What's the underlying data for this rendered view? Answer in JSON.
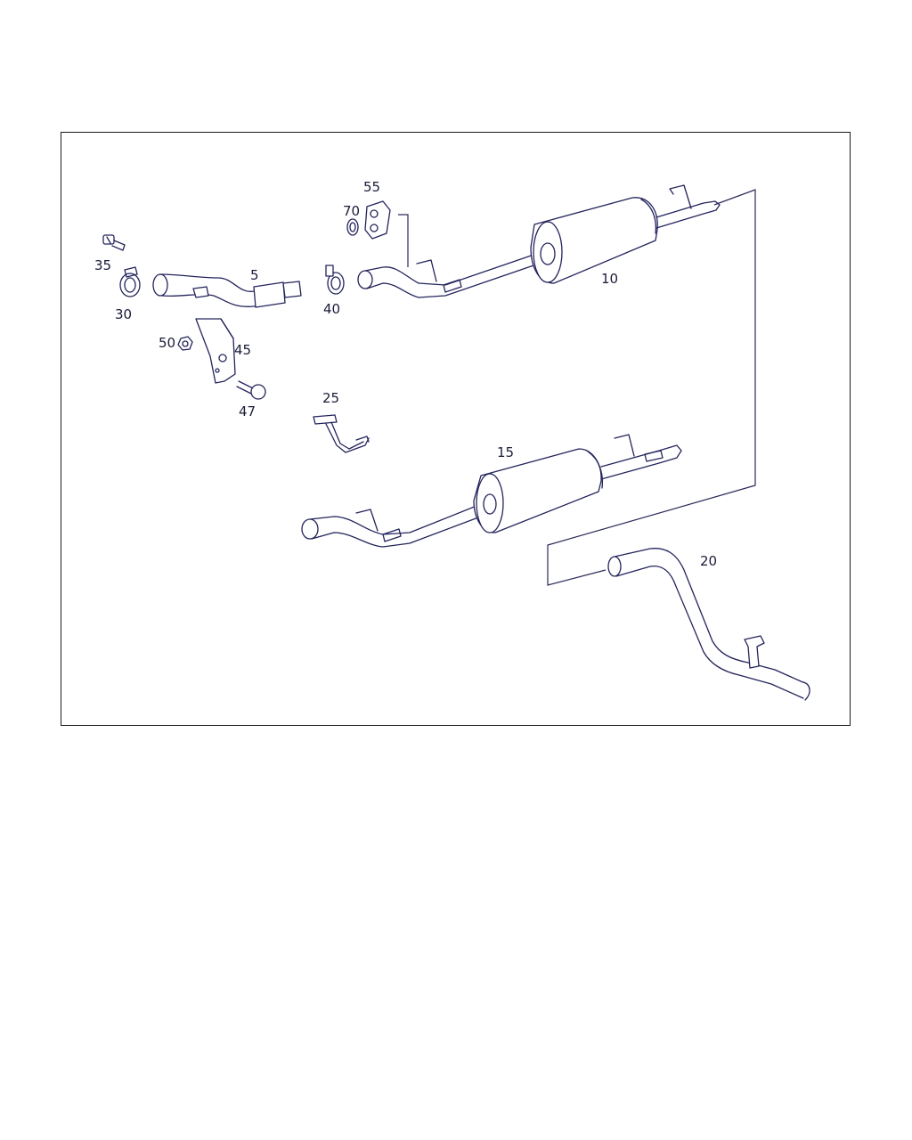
{
  "diagram": {
    "callouts": [
      {
        "id": "c5",
        "label": "5"
      },
      {
        "id": "c10",
        "label": "10"
      },
      {
        "id": "c15",
        "label": "15"
      },
      {
        "id": "c20",
        "label": "20"
      },
      {
        "id": "c25",
        "label": "25"
      },
      {
        "id": "c30",
        "label": "30"
      },
      {
        "id": "c35",
        "label": "35"
      },
      {
        "id": "c40",
        "label": "40"
      },
      {
        "id": "c45",
        "label": "45"
      },
      {
        "id": "c47",
        "label": "47"
      },
      {
        "id": "c50",
        "label": "50"
      },
      {
        "id": "c55",
        "label": "55"
      },
      {
        "id": "c70",
        "label": "70"
      }
    ]
  }
}
